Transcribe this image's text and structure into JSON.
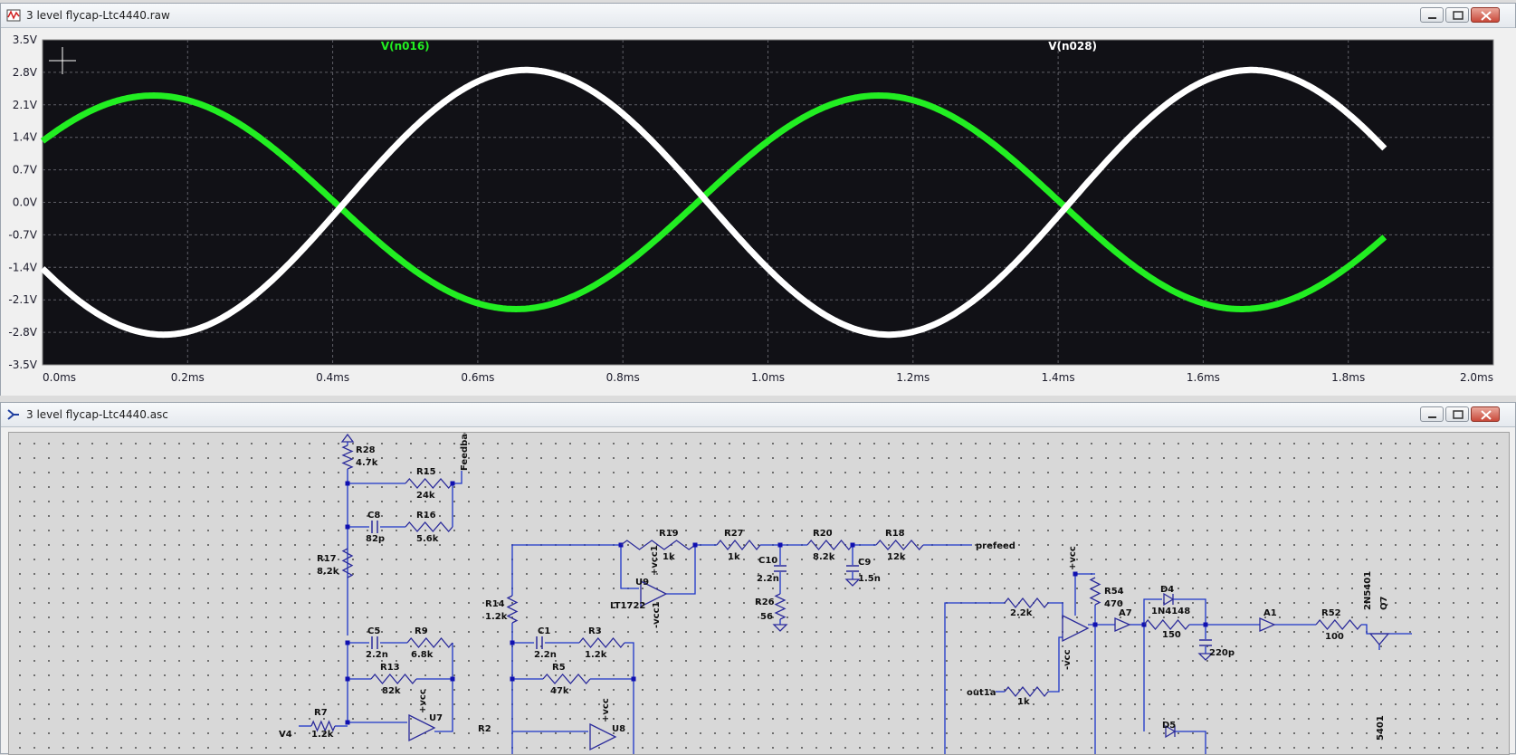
{
  "waveform_window": {
    "title": "3 level flycap-Ltc4440.raw"
  },
  "schematic_window": {
    "title": "3 level flycap-Ltc4440.asc"
  },
  "colors": {
    "plot_bg": "#111116",
    "grid": "#5f5f66",
    "trace_green": "#22ee22",
    "trace_white": "#ffffff",
    "wire": "#1c35c8",
    "component": "#2a2a9a",
    "node": "#1010b0"
  },
  "chart_data": {
    "type": "line",
    "series": [
      {
        "name": "V(n016)",
        "color": "#22ee22",
        "amplitude": 2.3,
        "period_ms": 1.0,
        "phase_deg": 35,
        "x_end_ms": 1.85
      },
      {
        "name": "V(n028)",
        "color": "#ffffff",
        "amplitude": 2.85,
        "period_ms": 1.0,
        "phase_deg": -150,
        "x_end_ms": 1.85
      }
    ],
    "xlim": [
      0,
      2.0
    ],
    "ylim": [
      -3.5,
      3.5
    ],
    "x_ticks": [
      "0.0ms",
      "0.2ms",
      "0.4ms",
      "0.6ms",
      "0.8ms",
      "1.0ms",
      "1.2ms",
      "1.4ms",
      "1.6ms",
      "1.8ms",
      "2.0ms"
    ],
    "y_ticks": [
      "3.5V",
      "2.8V",
      "2.1V",
      "1.4V",
      "0.7V",
      "0.0V",
      "-0.7V",
      "-1.4V",
      "-2.1V",
      "-2.8V",
      "-3.5V"
    ],
    "grid": true
  },
  "schematic": {
    "labels": [
      {
        "id": "R28",
        "text": "R28"
      },
      {
        "id": "R28v",
        "text": "4.7k"
      },
      {
        "id": "Feedback",
        "text": "Feedback"
      },
      {
        "id": "R15",
        "text": "R15"
      },
      {
        "id": "R15v",
        "text": "24k"
      },
      {
        "id": "C8",
        "text": "C8"
      },
      {
        "id": "C8v",
        "text": "82p"
      },
      {
        "id": "R16",
        "text": "R16"
      },
      {
        "id": "R16v",
        "text": "5.6k"
      },
      {
        "id": "R17",
        "text": "R17"
      },
      {
        "id": "R17v",
        "text": "8.2k"
      },
      {
        "id": "C5",
        "text": "C5"
      },
      {
        "id": "C5v",
        "text": "2.2n"
      },
      {
        "id": "R9",
        "text": "R9"
      },
      {
        "id": "R9v",
        "text": "6.8k"
      },
      {
        "id": "R13",
        "text": "R13"
      },
      {
        "id": "R13v",
        "text": "82k"
      },
      {
        "id": "R7",
        "text": "R7"
      },
      {
        "id": "R7v",
        "text": "1.2k"
      },
      {
        "id": "V4",
        "text": "V4"
      },
      {
        "id": "U7",
        "text": "U7"
      },
      {
        "id": "U7vcc",
        "text": "+vcc"
      },
      {
        "id": "R14",
        "text": "R14"
      },
      {
        "id": "R14v",
        "text": "1.2k"
      },
      {
        "id": "C1",
        "text": "C1"
      },
      {
        "id": "C1v",
        "text": "2.2n"
      },
      {
        "id": "R3",
        "text": "R3"
      },
      {
        "id": "R3v",
        "text": "1.2k"
      },
      {
        "id": "R5",
        "text": "R5"
      },
      {
        "id": "R5v",
        "text": "47k"
      },
      {
        "id": "R2",
        "text": "R2"
      },
      {
        "id": "U8",
        "text": "U8"
      },
      {
        "id": "U8vcc",
        "text": "+vcc"
      },
      {
        "id": "R19",
        "text": "R19"
      },
      {
        "id": "R19v",
        "text": "1k"
      },
      {
        "id": "U9",
        "text": "U9"
      },
      {
        "id": "U9vcc",
        "text": "+vcc1"
      },
      {
        "id": "U9vee",
        "text": "-vcc1"
      },
      {
        "id": "LT1722",
        "text": "LT1722"
      },
      {
        "id": "R27",
        "text": "R27"
      },
      {
        "id": "R27v",
        "text": "1k"
      },
      {
        "id": "C10",
        "text": "C10"
      },
      {
        "id": "C10v",
        "text": "2.2n"
      },
      {
        "id": "R26",
        "text": "R26"
      },
      {
        "id": "R26v",
        "text": "56"
      },
      {
        "id": "R20",
        "text": "R20"
      },
      {
        "id": "R20v",
        "text": "8.2k"
      },
      {
        "id": "C9",
        "text": "C9"
      },
      {
        "id": "C9v",
        "text": "1.5n"
      },
      {
        "id": "R18",
        "text": "R18"
      },
      {
        "id": "R18v",
        "text": "12k"
      },
      {
        "id": "prefeed",
        "text": "prefeed"
      },
      {
        "id": "R2_2k",
        "text": "2.2k"
      },
      {
        "id": "out1a",
        "text": "out1a"
      },
      {
        "id": "out1av",
        "text": "1k"
      },
      {
        "id": "Opvcc",
        "text": "+vcc"
      },
      {
        "id": "Opvee",
        "text": "-vcc"
      },
      {
        "id": "R54",
        "text": "R54"
      },
      {
        "id": "R54v",
        "text": "470"
      },
      {
        "id": "A7",
        "text": "A7"
      },
      {
        "id": "D4",
        "text": "D4"
      },
      {
        "id": "D4v",
        "text": "1N4148"
      },
      {
        "id": "R150",
        "text": "150"
      },
      {
        "id": "C220",
        "text": "220p"
      },
      {
        "id": "A1",
        "text": "A1"
      },
      {
        "id": "R52",
        "text": "R52"
      },
      {
        "id": "R52v",
        "text": "100"
      },
      {
        "id": "Q7",
        "text": "Q7"
      },
      {
        "id": "Q7v",
        "text": "2N5401"
      },
      {
        "id": "D5",
        "text": "D5"
      },
      {
        "id": "Q2v",
        "text": "5401"
      }
    ]
  }
}
